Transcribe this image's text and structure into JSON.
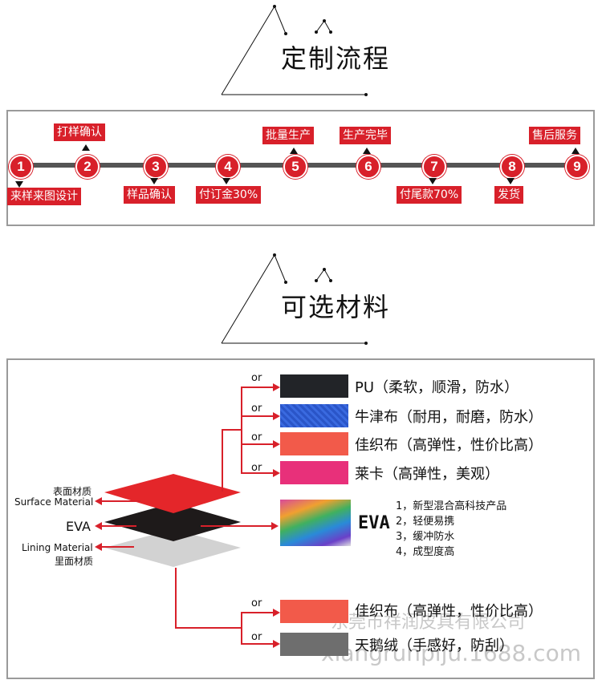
{
  "section1": {
    "title": "定制流程"
  },
  "process": {
    "steps": [
      "1",
      "2",
      "3",
      "4",
      "5",
      "6",
      "7",
      "8",
      "9"
    ],
    "labels": {
      "s1": "来样来图设计",
      "s2": "打样确认",
      "s3": "样品确认",
      "s4": "付订金30%",
      "s5": "批量生产",
      "s6": "生产完毕",
      "s7": "付尾款70%",
      "s8": "发货",
      "s9": "售后服务"
    }
  },
  "section2": {
    "title": "可选材料"
  },
  "layers": {
    "surface_cn": "表面材质",
    "surface_en": "Surface Material",
    "eva": "EVA",
    "lining_en": "Lining Material",
    "lining_cn": "里面材质"
  },
  "or_text": "or",
  "surface_options": [
    {
      "label": "PU（柔软，顺滑，防水）",
      "color": "#222428"
    },
    {
      "label": "牛津布（耐用，耐磨，防水）",
      "color": "#2a55c8"
    },
    {
      "label": "佳织布（高弹性，性价比高）",
      "color": "#f25a4a"
    },
    {
      "label": "莱卡（高弹性，美观）",
      "color": "#e8307a"
    }
  ],
  "eva_block": {
    "title": "EVA",
    "features": [
      "1，新型混合高科技产品",
      "2，轻便易携",
      "3，缓冲防水",
      "4，成型度高"
    ]
  },
  "lining_options": [
    {
      "label": "佳织布（高弹性，性价比高）",
      "color": "#f25a4a"
    },
    {
      "label": "天鹅绒（手感好，防刮）",
      "color": "#6e6e6e"
    }
  ],
  "watermark": {
    "line1": "东莞市祥润皮具有限公司",
    "line2": "xiangrunpiju.1688.com"
  }
}
